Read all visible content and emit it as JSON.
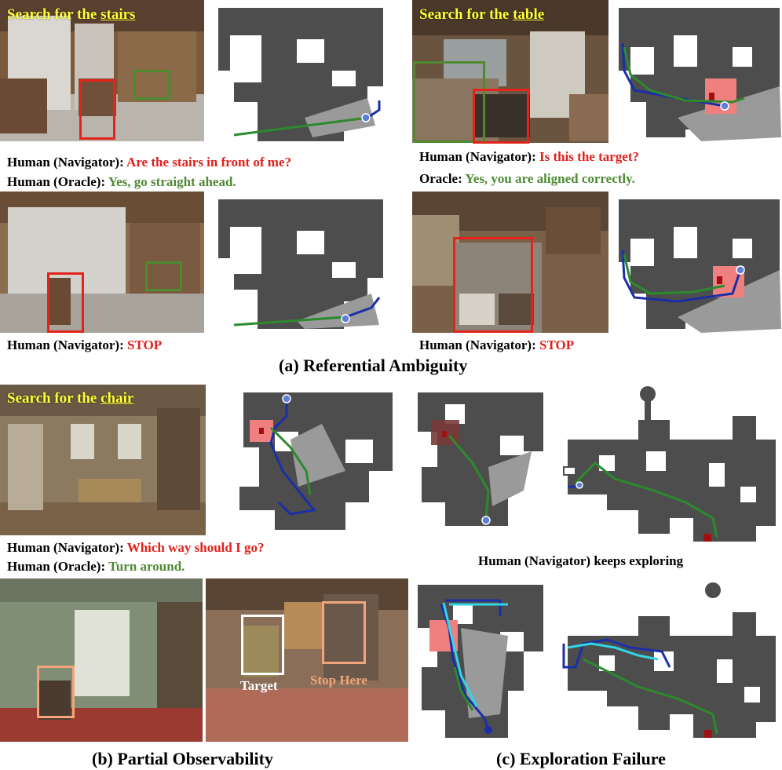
{
  "section_a": {
    "title": "(a) Referential Ambiguity",
    "stairs": {
      "search_prefix": "Search for the ",
      "search_object": "stairs",
      "line1_speaker": "Human (Navigator): ",
      "line1_text": "Are the stairs in front of me?",
      "line2_speaker": "Human (Oracle): ",
      "line2_text": "Yes, go straight ahead.",
      "line3_speaker": "Human (Navigator): ",
      "line3_text": "STOP"
    },
    "table": {
      "search_prefix": "Search for the ",
      "search_object": "table",
      "line1_speaker": "Human (Navigator): ",
      "line1_text": "Is this the target?",
      "line2_speaker": "Oracle: ",
      "line2_text": "Yes, you are aligned correctly.",
      "line3_speaker": "Human (Navigator): ",
      "line3_text": "STOP"
    }
  },
  "section_b": {
    "title": "(b) Partial Observability",
    "search_prefix": "Search for the ",
    "search_object": "chair",
    "line1_speaker": "Human (Navigator): ",
    "line1_text": "Which way should I go?",
    "line2_speaker": "Human (Oracle): ",
    "line2_text": "Turn around.",
    "target_label": "Target",
    "stop_label": "Stop Here"
  },
  "section_c": {
    "title": "(c) Exploration Failure",
    "caption": "Human (Navigator) keeps exploring"
  },
  "colors": {
    "question_red": "#e0201c",
    "answer_green": "#4f8a35",
    "search_yellow": "#ffff33",
    "map_gray": "#4d4d4d",
    "path_blue": "#1a2ea8",
    "path_green": "#2c8a2c",
    "path_cyan": "#33d6e6",
    "target_pink": "#f08080",
    "box_red": "#e3231c",
    "box_green": "#4d8a30",
    "box_white": "#ffffff",
    "box_peach": "#f2a57a"
  }
}
